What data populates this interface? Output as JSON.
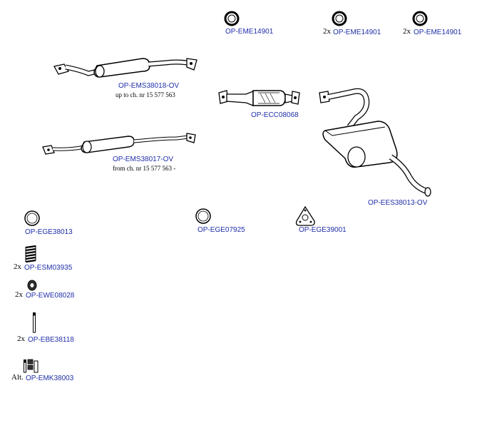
{
  "parts": {
    "gasket_top_1": {
      "code": "OP-EME14901"
    },
    "gasket_top_2": {
      "qty": "2x",
      "code": "OP-EME14901"
    },
    "gasket_top_3": {
      "qty": "2x",
      "code": "OP-EME14901"
    },
    "middle_silencer_1": {
      "code": "OP-EMS38018-OV",
      "note": "up to ch. nr 15 577 563"
    },
    "catalyst": {
      "code": "OP-ECC08068"
    },
    "middle_silencer_2": {
      "code": "OP-EMS38017-OV",
      "note": "from ch. nr 15 577 563 -"
    },
    "rear_silencer": {
      "code": "OP-EES38013-OV"
    },
    "gasket_ring_1": {
      "code": "OP-EGE38013"
    },
    "gasket_ring_2": {
      "code": "OP-EGE07925"
    },
    "gasket_flange": {
      "code": "OP-EGE39001"
    },
    "spring": {
      "qty": "2x",
      "code": "OP-ESM03935"
    },
    "rubber_mount": {
      "qty": "2x",
      "code": "OP-EWE08028"
    },
    "bolt": {
      "qty": "2x",
      "code": "OP-EBE38118"
    },
    "mounting_kit": {
      "qty": "Alt.",
      "code": "OP-EMK38003"
    }
  },
  "colors": {
    "link": "#1f2fa8",
    "outline": "#000000",
    "fill": "#ffffff"
  }
}
